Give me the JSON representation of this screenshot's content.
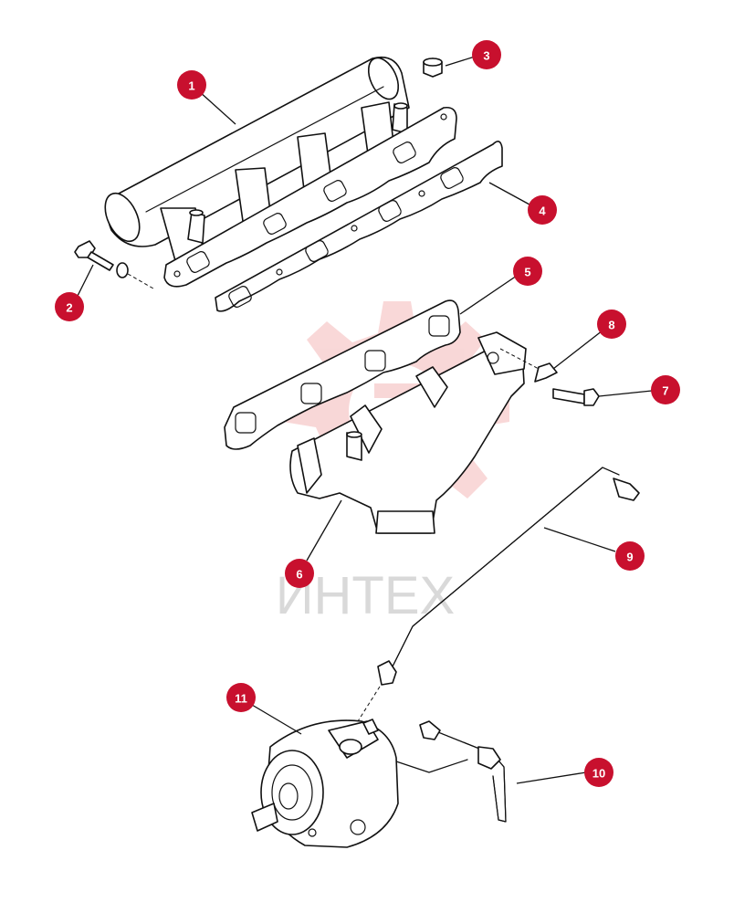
{
  "diagram": {
    "watermark_text": "ИНТЕХ",
    "colors": {
      "callout": "#c8102e",
      "watermark": "#f4b8b8",
      "line": "#111111"
    },
    "callouts": [
      {
        "label": "1",
        "part": "intake-manifold"
      },
      {
        "label": "2",
        "part": "manifold-bolt-with-washer"
      },
      {
        "label": "3",
        "part": "nut"
      },
      {
        "label": "4",
        "part": "intake-manifold-gasket"
      },
      {
        "label": "5",
        "part": "exhaust-manifold-gasket"
      },
      {
        "label": "6",
        "part": "exhaust-manifold"
      },
      {
        "label": "7",
        "part": "bolt"
      },
      {
        "label": "8",
        "part": "bracket-clip"
      },
      {
        "label": "9",
        "part": "vacuum-pipe"
      },
      {
        "label": "10",
        "part": "oil-pipe"
      },
      {
        "label": "11",
        "part": "vacuum-pump"
      }
    ]
  }
}
